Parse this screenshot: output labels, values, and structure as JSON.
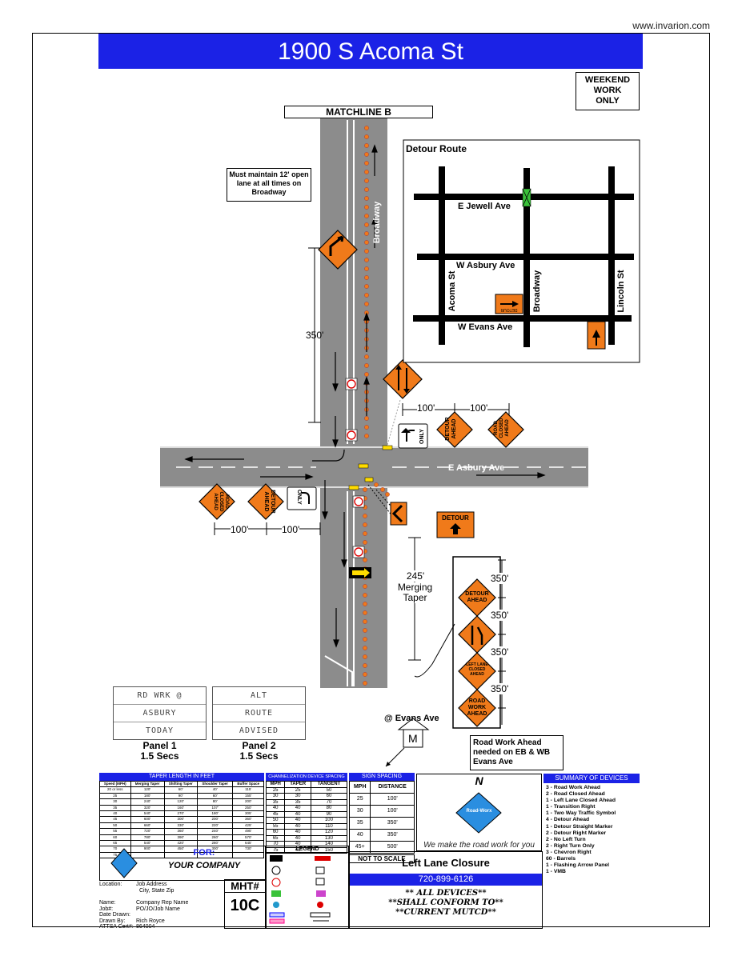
{
  "site_url": "www.invarion.com",
  "title": "1900 S Acoma St",
  "weekend_note": "WEEKEND WORK ONLY",
  "matchline": "MATCHLINE B",
  "maintain_note": "Must maintain 12' open lane at all times on Broadway",
  "streets": {
    "broadway": "Broadway",
    "asbury": "E Asbury Ave",
    "evans_label": "@ Evans Ave"
  },
  "dims": {
    "d350": "350'",
    "d100": "100'",
    "d245": "245'",
    "merging_taper": "Merging Taper"
  },
  "signs": {
    "detour_ahead": "DETOUR AHEAD",
    "road_closed_ahead": "ROAD CLOSED AHEAD",
    "only": "ONLY",
    "detour": "DETOUR",
    "left_lane_closed_ahead": "LEFT LANE CLOSED AHEAD",
    "road_work_ahead": "ROAD WORK AHEAD"
  },
  "detour_map": {
    "title": "Detour Route",
    "jewell": "E Jewell Ave",
    "asbury": "W Asbury Ave",
    "evans": "W Evans Ave",
    "acoma": "Acoma St",
    "broadway": "Broadway",
    "lincoln": "Lincoln St",
    "detour": "DETOUR"
  },
  "advance_spacing": [
    "350'",
    "350'",
    "350'",
    "350'"
  ],
  "vms": {
    "panel1": [
      "RD WRK @",
      "ASBURY",
      "TODAY"
    ],
    "panel2": [
      "ALT",
      "ROUTE",
      "ADVISED"
    ],
    "panel1_label": "Panel 1",
    "panel2_label": "Panel 2",
    "time": "1.5 Secs"
  },
  "road_work_note": "Road Work Ahead needed on EB & WB Evans Ave",
  "taper_table": {
    "title": "TAPER LENGTH IN FEET",
    "headers": [
      "Speed (MPH)",
      "Merging Taper",
      "Shifting Taper",
      "Shoulder Taper",
      "Buffer Space"
    ],
    "rows": [
      [
        "20 or less",
        "120'",
        "60'",
        "40'",
        "115'"
      ],
      [
        "25",
        "180'",
        "90'",
        "60'",
        "155'"
      ],
      [
        "30",
        "240'",
        "120'",
        "80'",
        "200'"
      ],
      [
        "35",
        "320'",
        "160'",
        "107'",
        "250'"
      ],
      [
        "40",
        "540'",
        "270'",
        "180'",
        "305'"
      ],
      [
        "45",
        "600'",
        "300'",
        "200'",
        "360'"
      ],
      [
        "50",
        "660'",
        "330'",
        "220'",
        "425'"
      ],
      [
        "55",
        "720'",
        "360'",
        "240'",
        "495'"
      ],
      [
        "60",
        "780'",
        "390'",
        "260'",
        "570'"
      ],
      [
        "65",
        "540'",
        "420'",
        "280'",
        "645'"
      ],
      [
        "70",
        "900'",
        "450'",
        "300'",
        "730'"
      ],
      [
        "75",
        "",
        "",
        "",
        ""
      ]
    ]
  },
  "chan_table": {
    "title": "CHANNELIZATION DEVICE SPACING",
    "headers": [
      "MPH",
      "TAPER",
      "TANGENT"
    ],
    "rows": [
      [
        "25",
        "25",
        "50"
      ],
      [
        "30",
        "30",
        "60"
      ],
      [
        "35",
        "35",
        "70"
      ],
      [
        "40",
        "40",
        "80"
      ],
      [
        "45",
        "40",
        "90"
      ],
      [
        "50",
        "40",
        "100"
      ],
      [
        "55",
        "40",
        "110"
      ],
      [
        "60",
        "40",
        "120"
      ],
      [
        "65",
        "40",
        "130"
      ],
      [
        "70",
        "40",
        "140"
      ],
      [
        "75",
        "40",
        "150"
      ]
    ]
  },
  "sign_table": {
    "title": "SIGN SPACING",
    "headers": [
      "MPH",
      "DISTANCE"
    ],
    "rows": [
      [
        "25",
        "100'"
      ],
      [
        "30",
        "100'"
      ],
      [
        "35",
        "350'"
      ],
      [
        "40",
        "350'"
      ],
      [
        "45+",
        "500'"
      ]
    ]
  },
  "not_to_scale": "NOT TO SCALE",
  "north": "N",
  "logo": "Road-Worx",
  "tagline": "We make the road work for you",
  "legend_title": "LEGEND",
  "plan_title": "Left Lane Closure",
  "phone": "720-899-6126",
  "conform": [
    "** ALL DEVICES**",
    "**SHALL CONFORM TO**",
    "**CURRENT MUTCD**"
  ],
  "for_label": "FOR:",
  "company": "YOUR COMPANY",
  "mht_label": "MHT#",
  "mht_num": "10C",
  "info": {
    "location_label": "Location:",
    "location": "Job Address",
    "city": "City, State Zip",
    "name_label": "Name:",
    "name": "Company Rep Name",
    "job_label": "Job#:",
    "job": "PO/JO/Job Name",
    "date_label": "Date Drawn:",
    "drawn_label": "Drawn By:",
    "drawn": "Rich Royce",
    "attsa_label": "ATTSA Cert#:",
    "attsa": "864004"
  },
  "summary": {
    "title": "SUMMARY OF DEVICES",
    "items": [
      "3 - Road Work Ahead",
      "2 - Road Closed Ahead",
      "1 - Left Lane Closed Ahead",
      "1 - Transition Right",
      "1 - Two Way Traffic Symbol",
      "4 - Detour Ahead",
      "1 - Detour Straight Marker",
      "2 - Detour Right Marker",
      "2 - No Left Turn",
      "2 - Right Turn Only",
      "3 - Chevron Right",
      "60 - Barrels",
      "1 - Flashing Arrow Panel",
      "1 - VMB"
    ]
  },
  "colors": {
    "blue": "#1b22e6",
    "orange": "#f07a1a",
    "road": "#8c8c8c"
  }
}
